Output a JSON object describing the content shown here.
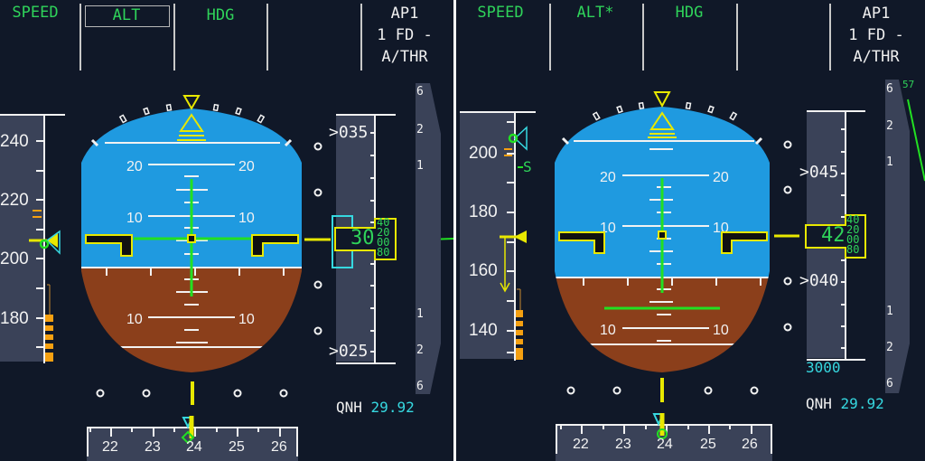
{
  "panels": [
    {
      "id": "left",
      "fma": {
        "speed_mode": "SPEED",
        "alt_mode": "ALT",
        "alt_mode_boxed": true,
        "lateral_mode": "HDG",
        "col4": "",
        "ap_status": [
          "AP1",
          "1 FD -",
          "A/THR"
        ]
      },
      "speed_tape": {
        "labels": [
          "240",
          "220",
          "200",
          "180"
        ],
        "current_speed": 205,
        "bug_color": "#e8e800"
      },
      "attitude": {
        "pitch_labels": [
          "20",
          "20",
          "10",
          "10",
          "10",
          "10"
        ],
        "pitch_deg": 2,
        "roll_deg": 0
      },
      "altitude_tape": {
        "labels": [
          ">035",
          ">025"
        ],
        "current_hundreds": "30",
        "rolling_digits": [
          "40",
          "20",
          "00",
          "80"
        ],
        "selected_altitude": ""
      },
      "vsi": {
        "labels_up": [
          "6",
          "2",
          "1"
        ],
        "labels_down": [
          "1",
          "2",
          "6"
        ],
        "readout": ""
      },
      "heading_tape": {
        "labels": [
          "22",
          "23",
          "24",
          "25",
          "26"
        ],
        "current": "24"
      },
      "qnh": {
        "label": "QNH",
        "value": "29.92"
      }
    },
    {
      "id": "right",
      "fma": {
        "speed_mode": "SPEED",
        "alt_mode": "ALT*",
        "alt_mode_boxed": false,
        "lateral_mode": "HDG",
        "col4": "",
        "ap_status": [
          "AP1",
          "1 FD -",
          "A/THR"
        ]
      },
      "speed_tape": {
        "labels": [
          "200",
          "180",
          "160",
          "140"
        ],
        "current_speed": 171,
        "speed_marker": "S",
        "bug_color": "#e8e800"
      },
      "attitude": {
        "pitch_labels": [
          "20",
          "20",
          "10",
          "10",
          "10",
          "10"
        ],
        "pitch_deg": 4,
        "roll_deg": 0
      },
      "altitude_tape": {
        "labels": [
          ">045",
          ">040"
        ],
        "current_hundreds": "42",
        "rolling_digits": [
          "40",
          "20",
          "00",
          "80"
        ],
        "selected_altitude": "3000"
      },
      "vsi": {
        "labels_up": [
          "6",
          "2",
          "1"
        ],
        "labels_down": [
          "1",
          "2",
          "6"
        ],
        "readout": "57"
      },
      "heading_tape": {
        "labels": [
          "22",
          "23",
          "24",
          "25",
          "26"
        ],
        "current": "24"
      },
      "qnh": {
        "label": "QNH",
        "value": "29.92"
      }
    }
  ],
  "colors": {
    "background": "#101828",
    "sky": "#1f9ae0",
    "ground": "#8b3f1b",
    "fma_green": "#2fd35a",
    "symbol_yellow": "#e8e800",
    "fd_green": "#22e022",
    "cyan": "#36d8e0",
    "tape_gray": "#3a4258",
    "amber": "#f5a011"
  }
}
